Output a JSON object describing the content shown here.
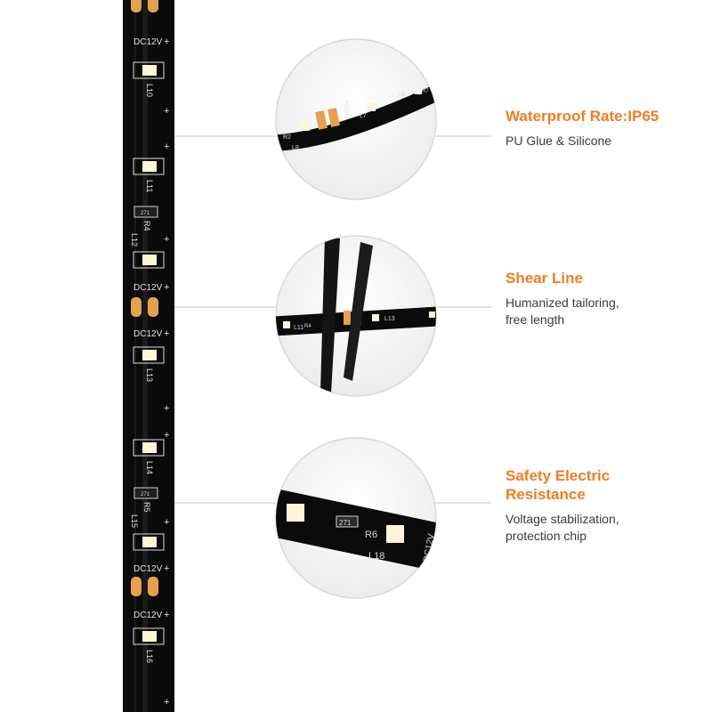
{
  "features": [
    {
      "title": "Waterproof Rate:IP65",
      "desc": "PU Glue & Silicone"
    },
    {
      "title": "Shear Line",
      "desc": "Humanized tailoring,\nfree length"
    },
    {
      "title": "Safety Electric\nResistance",
      "desc": "Voltage stabilization,\nprotection chip"
    }
  ],
  "strip": {
    "markings": {
      "dc": "DC12V",
      "plus": "+",
      "leds": [
        "L10",
        "L11",
        "L12",
        "L13",
        "L14",
        "L15",
        "L16"
      ],
      "resistors": [
        "R4",
        "R5"
      ],
      "chip": "271"
    }
  },
  "zoom": {
    "one": {
      "leds": [
        "L6",
        "L7",
        "L8"
      ],
      "resistors": [
        "R2",
        "R7"
      ],
      "dc": "DC12V"
    },
    "two": {
      "leds": [
        "L11",
        "L13"
      ],
      "resistors": [
        "R4"
      ]
    },
    "three": {
      "leds": [
        "L18"
      ],
      "resistors": [
        "R6"
      ],
      "dc": "DC12V",
      "chip": "271"
    }
  },
  "colors": {
    "accent": "#f07d22",
    "text": "#3a3a3a",
    "strip": "#0a0a0a",
    "pad": "#e7a050",
    "led": "#fff6d8"
  }
}
